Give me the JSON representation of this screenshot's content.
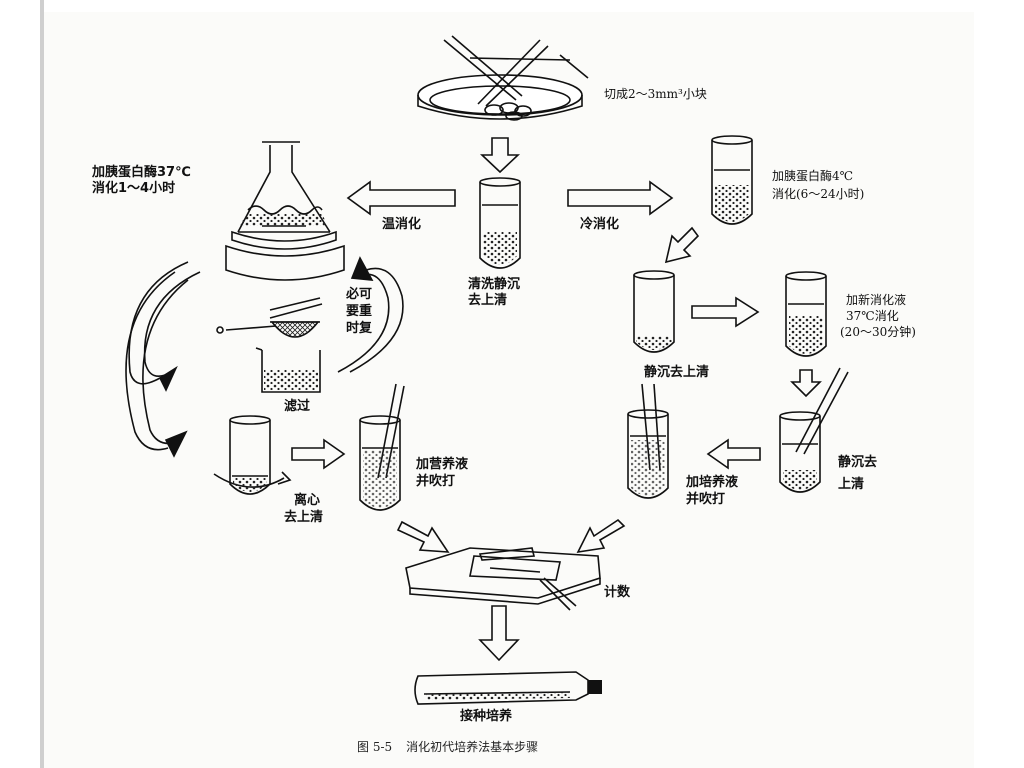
{
  "labels": {
    "cut": "切成2～3mm³小块",
    "warm_enzyme_1": "加胰蛋白酶37℃",
    "warm_enzyme_2": "消化1～4小时",
    "warm_digest": "温消化",
    "cold_digest": "冷消化",
    "cold_enzyme_1": "加胰蛋白酶4℃",
    "cold_enzyme_2": "消化(6～24小时)",
    "wash_1": "清洗静沉",
    "wash_2": "去上清",
    "repeat_1": "必可",
    "repeat_2": "要重",
    "repeat_3": "时复",
    "filter": "滤过",
    "settle": "静沉去上清",
    "new_digest_1": "加新消化液",
    "new_digest_2": "37℃消化",
    "new_digest_3": "(20～30分钟)",
    "centrifuge_1": "离心",
    "centrifuge_2": "去上清",
    "add_medium_1": "加营养液",
    "add_medium_2": "并吹打",
    "add_culture_1": "加培养液",
    "add_culture_2": "并吹打",
    "settle_right_1": "静沉去",
    "settle_right_2": "上清",
    "count": "计数",
    "inoculate": "接种培养"
  },
  "caption": {
    "figure_no": "图 5-5",
    "title": "消化初代培养法基本步骤"
  }
}
